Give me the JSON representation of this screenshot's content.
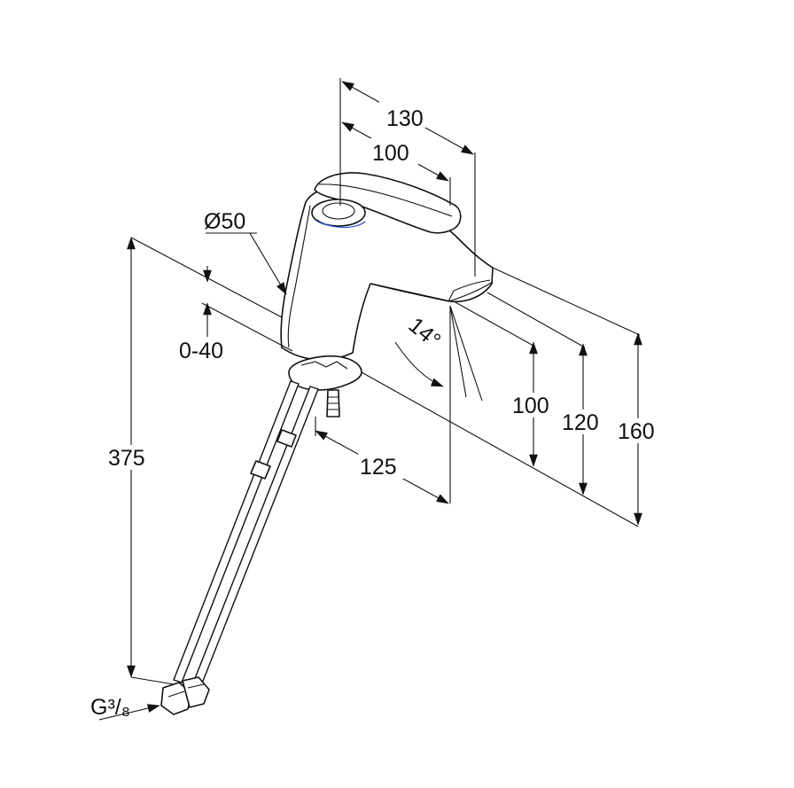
{
  "colors": {
    "line": "#111111",
    "background": "#ffffff",
    "accent": "#3050d8"
  },
  "dimensions": {
    "d130": "130",
    "d100_top": "100",
    "d50": "Ø50",
    "d0_40": "0-40",
    "d14": "14°",
    "d100_right": "100",
    "d120": "120",
    "d160": "160",
    "d125": "125",
    "d375": "375",
    "thread": "G³/₈"
  }
}
